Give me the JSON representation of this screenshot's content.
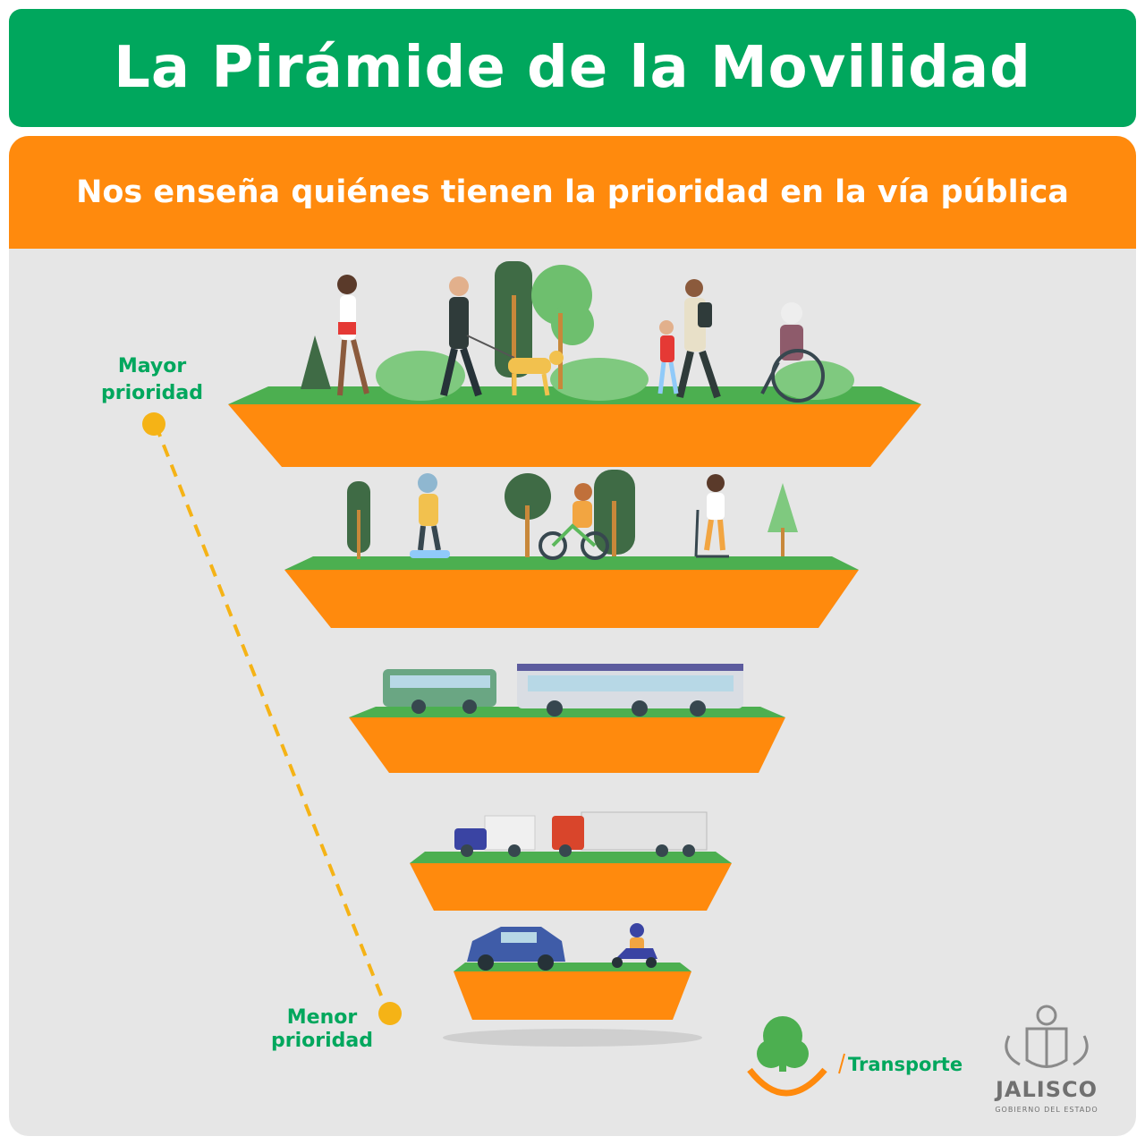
{
  "title": "La Pirámide de la Movilidad",
  "subtitle": "Nos enseña quiénes tienen la prioridad en la vía pública",
  "scale": {
    "top_label_line1": "Mayor",
    "top_label_line2": "prioridad",
    "bottom_label_line1": "Menor",
    "bottom_label_line2": "prioridad"
  },
  "tiers": [
    {
      "level": 1,
      "group": "pedestrians",
      "icons": [
        "woman-with-dog-icon",
        "man-walking-dog-icon",
        "mother-and-child-icon",
        "wheelchair-user-icon",
        "tree-icon"
      ]
    },
    {
      "level": 2,
      "group": "cyclists-and-micromobility",
      "icons": [
        "hoverboard-rider-icon",
        "cyclist-icon",
        "scooter-rider-icon",
        "tree-icon"
      ]
    },
    {
      "level": 3,
      "group": "public-transport",
      "icons": [
        "bus-icon",
        "articulated-bus-icon"
      ]
    },
    {
      "level": 4,
      "group": "freight",
      "icons": [
        "delivery-truck-icon",
        "semi-truck-icon"
      ]
    },
    {
      "level": 5,
      "group": "private-vehicles",
      "icons": [
        "car-icon",
        "motorcycle-icon"
      ]
    }
  ],
  "branding": {
    "transport": "Transporte",
    "state": "JALISCO",
    "state_sub": "GOBIERNO DEL ESTADO"
  },
  "colors": {
    "green": "#00a75d",
    "orange": "#ff8a0d",
    "grass": "#4caf50",
    "panel_bg": "#e6e6e6",
    "dot": "#f5b316"
  }
}
